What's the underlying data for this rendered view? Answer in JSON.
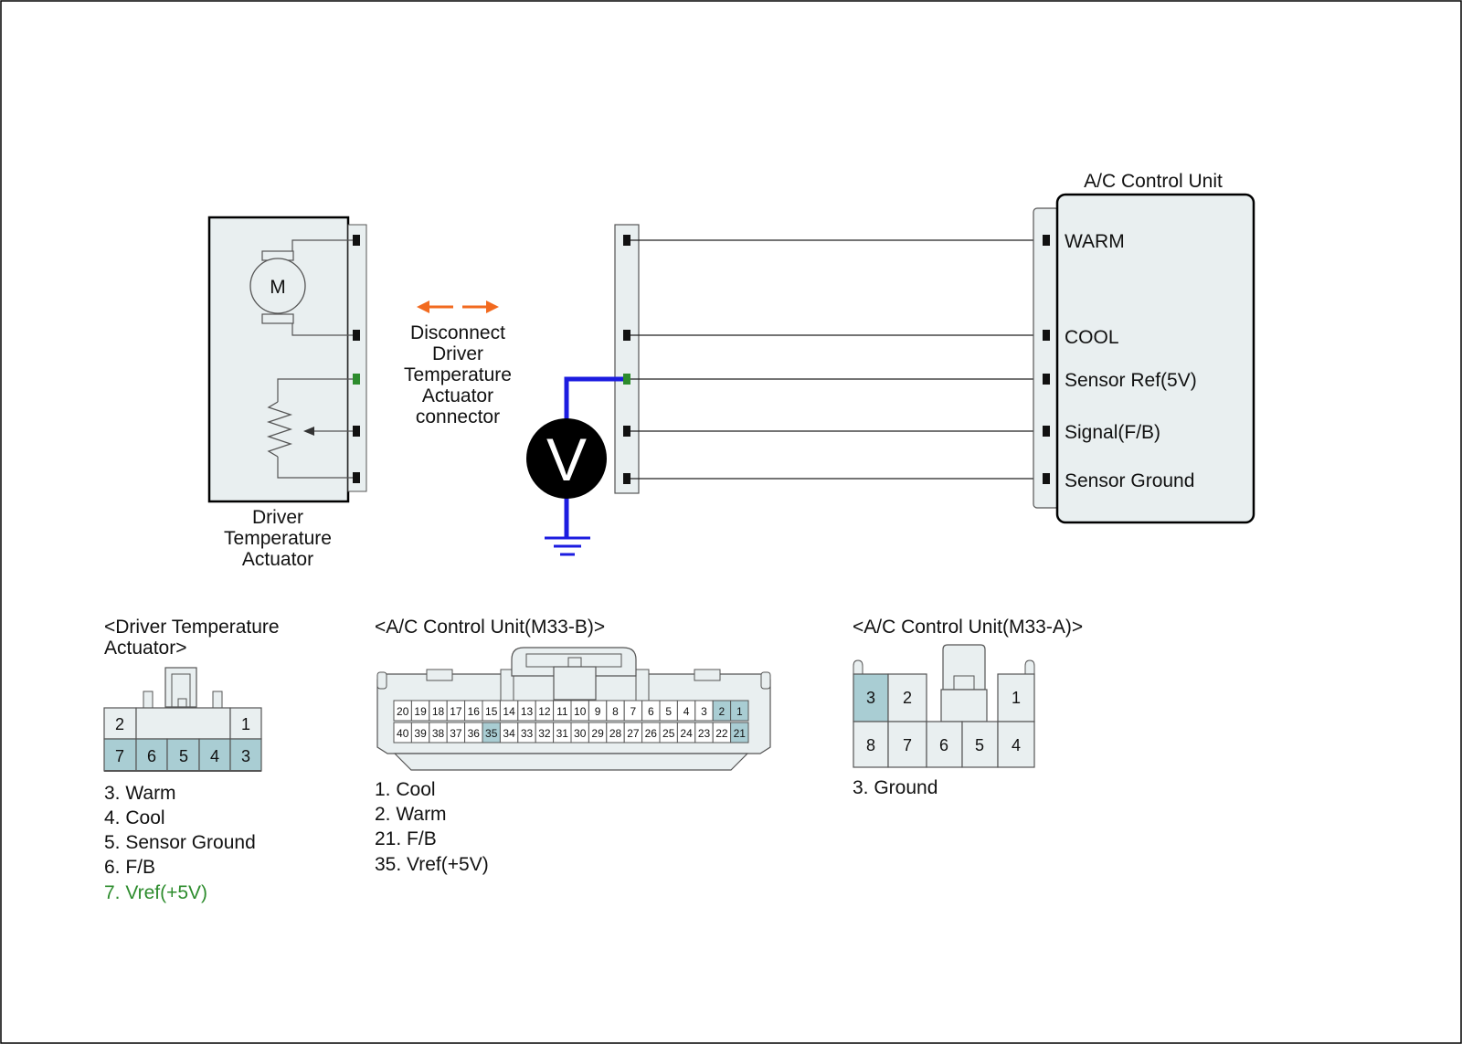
{
  "colors": {
    "body_fill": "#e9eff0",
    "pin_highlight": "#a9cdd3",
    "arrow": "#f26a1f",
    "meter_wire": "#1c1ce0",
    "vref_green": "#2d8c2d",
    "pin_black": "#111111"
  },
  "actuator": {
    "name_lines": [
      "Driver",
      "Temperature",
      "Actuator"
    ],
    "motor_label": "M"
  },
  "disconnect": {
    "lines": [
      "Disconnect",
      "Driver",
      "Temperature",
      "Actuator",
      "connector"
    ]
  },
  "meter": {
    "label": "V"
  },
  "control_unit": {
    "title": "A/C Control Unit",
    "terminals": [
      "WARM",
      "COOL",
      "Sensor Ref(5V)",
      "Signal(F/B)",
      "Sensor Ground"
    ]
  },
  "connector_actuator": {
    "title_lines": [
      "<Driver Temperature",
      "Actuator>"
    ],
    "top_row": [
      "2",
      "",
      "1"
    ],
    "bottom_row": [
      "7",
      "6",
      "5",
      "4",
      "3"
    ],
    "pins": [
      {
        "text": "3. Warm",
        "highlight": false
      },
      {
        "text": "4. Cool",
        "highlight": false
      },
      {
        "text": "5. Sensor Ground",
        "highlight": false
      },
      {
        "text": "6. F/B",
        "highlight": false
      },
      {
        "text": "7. Vref(+5V)",
        "highlight": true
      }
    ]
  },
  "connector_m33b": {
    "title": "<A/C Control Unit(M33-B)>",
    "top_row": [
      "20",
      "19",
      "18",
      "17",
      "16",
      "15",
      "14",
      "13",
      "12",
      "11",
      "10",
      "9",
      "8",
      "7",
      "6",
      "5",
      "4",
      "3",
      "2",
      "1"
    ],
    "bottom_row": [
      "40",
      "39",
      "38",
      "37",
      "36",
      "35",
      "34",
      "33",
      "32",
      "31",
      "30",
      "29",
      "28",
      "27",
      "26",
      "25",
      "24",
      "23",
      "22",
      "21"
    ],
    "highlighted": [
      "1",
      "2",
      "21",
      "35"
    ],
    "pins": [
      "1. Cool",
      "2. Warm",
      "21. F/B",
      "35. Vref(+5V)"
    ]
  },
  "connector_m33a": {
    "title": "<A/C Control Unit(M33-A)>",
    "top_row": [
      "3",
      "2",
      "",
      "1"
    ],
    "bottom_row": [
      "8",
      "7",
      "6",
      "5",
      "4"
    ],
    "highlighted": [
      "3"
    ],
    "pins": [
      "3. Ground"
    ]
  }
}
